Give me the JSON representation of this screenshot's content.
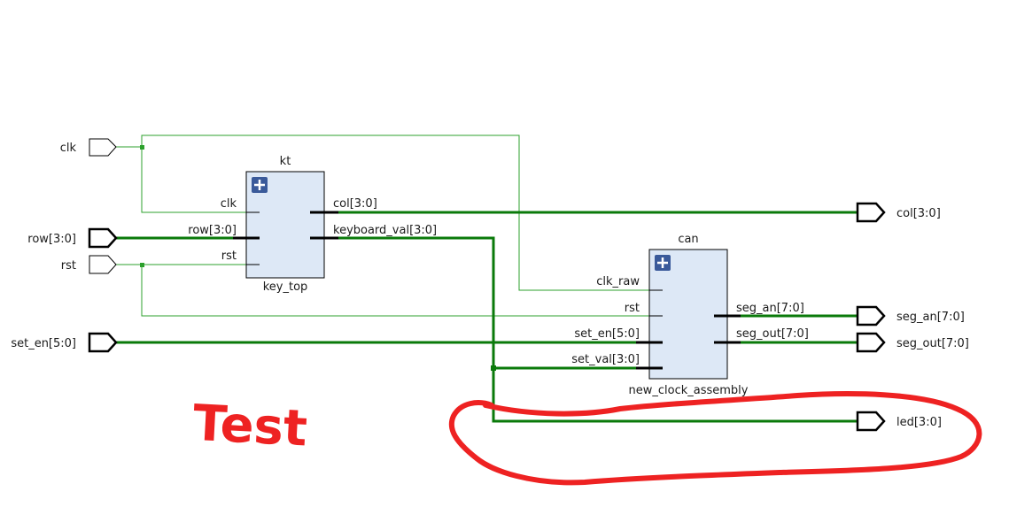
{
  "ports": {
    "clk": "clk",
    "row": "row[3:0]",
    "rst": "rst",
    "set_en": "set_en[5:0]",
    "col": "col[3:0]",
    "seg_an": "seg_an[7:0]",
    "seg_out": "seg_out[7:0]",
    "led": "led[3:0]"
  },
  "kt": {
    "instance": "kt",
    "module": "key_top",
    "pins": {
      "clk": "clk",
      "row": "row[3:0]",
      "rst": "rst",
      "col": "col[3:0]",
      "keyboard_val": "keyboard_val[3:0]"
    }
  },
  "can": {
    "instance": "can",
    "module": "new_clock_assembly",
    "pins": {
      "clk_raw": "clk_raw",
      "rst": "rst",
      "set_en": "set_en[5:0]",
      "set_val": "set_val[3:0]",
      "seg_an": "seg_an[7:0]",
      "seg_out": "seg_out[7:0]"
    }
  },
  "annotation": {
    "text": "Test",
    "color": "#ee2222"
  },
  "colors": {
    "wire": "#2ca02c",
    "bus": "#0a7a0a",
    "block_fill": "#dde8f6",
    "expand_icon": "#3a5a9a"
  }
}
